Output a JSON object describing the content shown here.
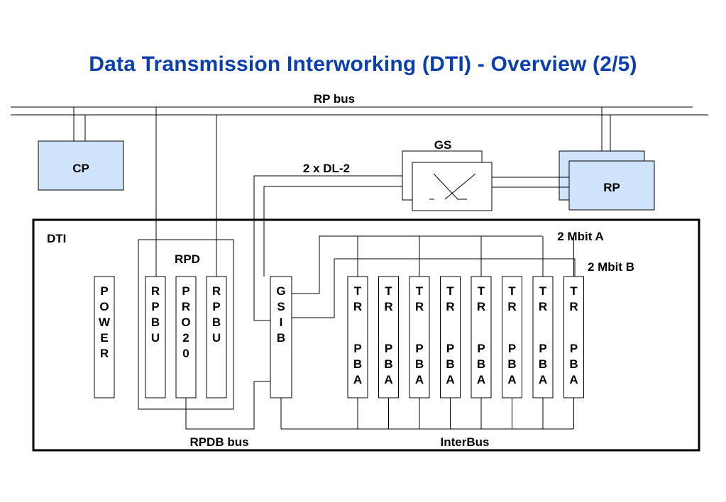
{
  "title": "Data Transmission Interworking (DTI) - Overview (2/5)",
  "colors": {
    "title": "#0a3fb0",
    "processor_fill": "#cfe3fb"
  },
  "labels": {
    "rp_bus": "RP bus",
    "cp": "CP",
    "gs": "GS",
    "dl2": "2 x DL-2",
    "rp": "RP",
    "dti": "DTI",
    "rpd": "RPD",
    "mbit_a": "2 Mbit A",
    "mbit_b": "2 Mbit B",
    "rpdb_bus": "RPDB bus",
    "interbus": "InterBus"
  },
  "boards": [
    {
      "id": "power",
      "text": "POWER"
    },
    {
      "id": "rpbu-left",
      "text": "RPBU"
    },
    {
      "id": "pro20",
      "text": "PRO20"
    },
    {
      "id": "rpbu-right",
      "text": "RPBU"
    },
    {
      "id": "gsib",
      "text": "GSIB"
    }
  ],
  "trpba": {
    "count": 8,
    "line1": "TR",
    "line2": "PBA"
  }
}
